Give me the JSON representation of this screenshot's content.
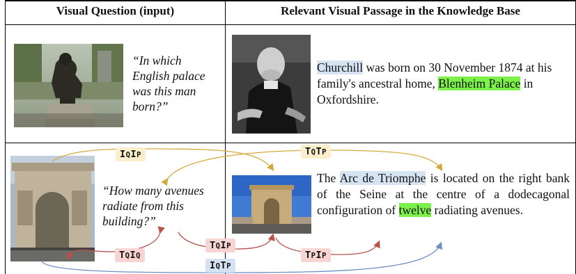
{
  "header": {
    "left": "Visual Question (input)",
    "right": "Relevant Visual Passage in the Knowledge Base"
  },
  "example1": {
    "question": "“In which English palace was this man born?”",
    "passage": {
      "entity": "Churchill",
      "mid1": " was born on 30 November 1874 at his family's ancestral home, ",
      "answer": "Blenheim Palace",
      "tail": " in Oxfordshire."
    }
  },
  "example2": {
    "question": "“How many avenues radiate from this building?”",
    "passage": {
      "pre": "The ",
      "entity": "Arc de Triomphe",
      "mid": " is located on the right bank of the Seine at the centre of a dodecagonal configuration of ",
      "answer": "twelve",
      "tail": " radiating avenues."
    }
  },
  "tags": [
    {
      "id": "iqip",
      "parts": [
        "I",
        "Q",
        "I",
        "P"
      ],
      "color": "yellow"
    },
    {
      "id": "tqtp",
      "parts": [
        "T",
        "Q",
        "T",
        "P"
      ],
      "color": "yellow"
    },
    {
      "id": "tqiq",
      "parts": [
        "T",
        "Q",
        "I",
        "Q"
      ],
      "color": "red"
    },
    {
      "id": "tqip",
      "parts": [
        "T",
        "Q",
        "I",
        "P"
      ],
      "color": "red"
    },
    {
      "id": "tpip",
      "parts": [
        "T",
        "P",
        "I",
        "P"
      ],
      "color": "red"
    },
    {
      "id": "iqtp",
      "parts": [
        "I",
        "Q",
        "T",
        "P"
      ],
      "color": "blue"
    }
  ],
  "colors": {
    "entity_highlight": "#d6e3f3",
    "answer_highlight": "#7cf14a",
    "arrow_yellow": "#d4a93c",
    "arrow_red": "#b9504a",
    "arrow_blue": "#6f8fc3"
  }
}
